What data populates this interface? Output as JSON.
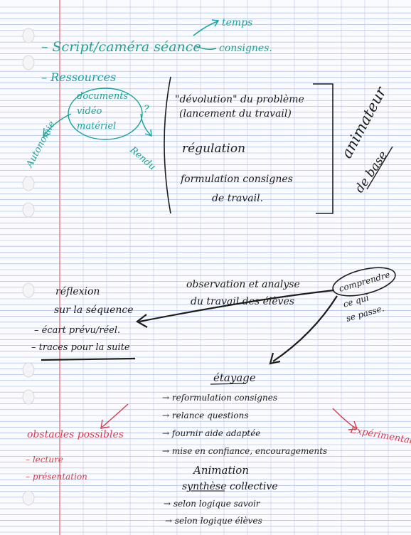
{
  "colors": {
    "paper": "#fbfbff",
    "rule_horizontal": "#9ab5dc",
    "rule_vertical": "#b9c9e6",
    "margin_line": "#e28b98",
    "ink_black": "#1c1c1c",
    "ink_teal": "#1aa39a",
    "ink_red": "#d63b4b"
  },
  "notes": {
    "teal_top": {
      "script_line": "– Script/caméra séance",
      "temps": "temps",
      "consignes": "consignes.",
      "ressource": "– Ressources",
      "documents": "documents",
      "video": "vidéo",
      "materiel": "matériel",
      "autonomie": "Autonomie",
      "rendu": "Rendu",
      "question_mark": "?"
    },
    "bracket_block": {
      "devolution": "\"dévolution\" du problème",
      "lancement": "(lancement du travail)",
      "regulation": "régulation",
      "formulation": "formulation consignes",
      "travail": "de travail.",
      "animateur": "animateur",
      "de_base": "de base"
    },
    "observation": {
      "line1": "observation et analyse",
      "line2": "du travail des élèves",
      "comprendre": "comprendre",
      "ce_qui": "ce qui",
      "se_passe": "se passe."
    },
    "reflexion": {
      "line1": "réflexion",
      "line2": "sur la séquence",
      "ecart": "– écart prévu/réel.",
      "traces": "– traces pour la suite"
    },
    "etayage": {
      "title": "étayage",
      "items": [
        "→ reformulation consignes",
        "→ relance questions",
        "→ fournir aide adaptée",
        "→ mise en confiance, encouragements"
      ]
    },
    "obstacles": {
      "title": "obstacles possibles",
      "items": [
        "– lecture",
        "– présentation"
      ]
    },
    "experimental": "Expérimental",
    "animation": {
      "title": "Animation",
      "subtitle": "synthèse collective",
      "items": [
        "→ selon logique savoir",
        "→ selon logique élèves"
      ]
    }
  }
}
